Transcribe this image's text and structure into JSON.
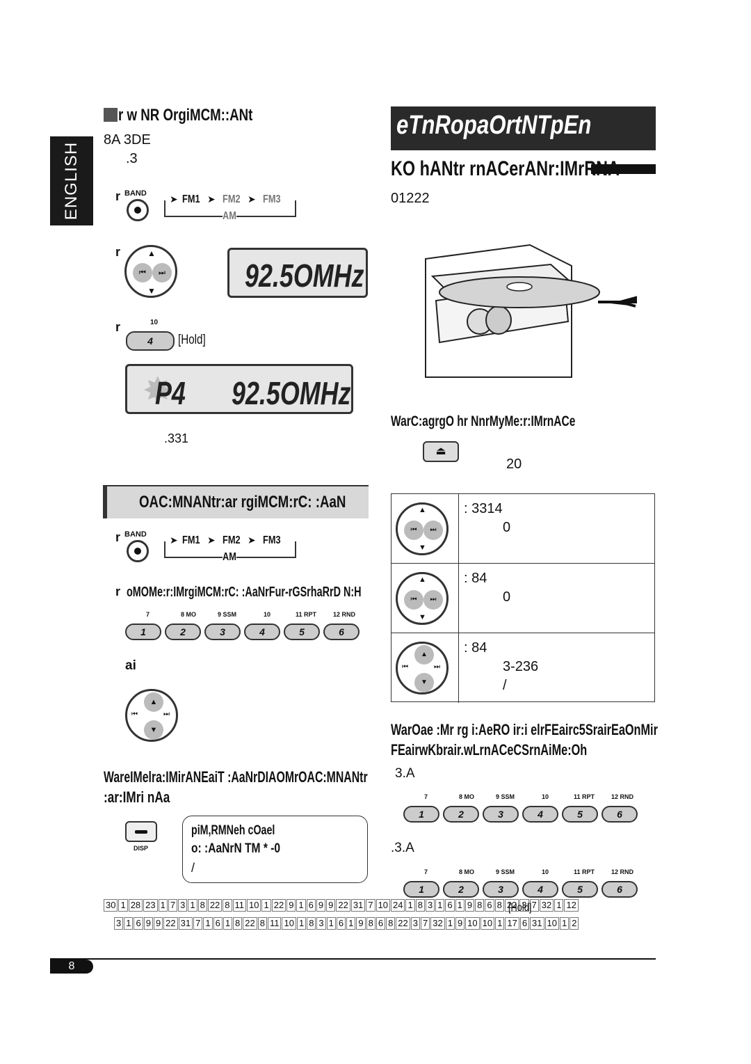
{
  "sidebar": {
    "language_tab": "ENGLISH"
  },
  "left": {
    "heading": "r w NR OrgiMCM::ANt",
    "line1": "8A 3DE",
    "line2": ".3",
    "step1_marker": "r",
    "band_label": "BAND",
    "band_flow": {
      "fm1": "FM1",
      "fm2": "FM2",
      "fm3": "FM3",
      "am": "AM"
    },
    "step2_marker": "r",
    "lcd_freq": "92.5OMHz",
    "step3_marker": "r",
    "preset_top_label": "10",
    "preset_key": "4",
    "hold_label": "[Hold]",
    "lcd_preset": "P4",
    "lcd_freq2": "92.5OMHz",
    "note_value": ".331",
    "section2_title": "OAC:MNANtr:ar rgiMCM:rC: :AaN",
    "band_label2": "BAND",
    "band_flow2": {
      "fm1": "FM1",
      "fm2": "FM2",
      "fm3": "FM3",
      "am": "AM"
    },
    "step2b_marker": "r",
    "step2b_text": "oMOMe:r:IMrgiMCM:rC: :AaNrFur-rGSrhaRrD N:H",
    "preset_row_labels": [
      "7",
      "8 MO",
      "9 SSM",
      "10",
      "11 RPT",
      "12 RND"
    ],
    "preset_row_keys": [
      "1",
      "2",
      "3",
      "4",
      "5",
      "6"
    ],
    "step_ai": "ai",
    "info_heading_line1": "WareIMelra:IMirANEaiT :AaNrDIAOMrOAC:MNANtr",
    "info_heading_line2": ":ar:IMri nAa",
    "disp_label": "DISP",
    "disp_box_line1": "piM,RMNeh    cOael",
    "disp_box_line2": "o: :AaNrN TM *     -0",
    "disp_box_line3": "/"
  },
  "right": {
    "title": "eTnRopaOrtNTpEn",
    "subheading": "KO hANtr rnACerANr:IMrRNA",
    "code": "01222",
    "eject_heading": "WarC:agrgO hr NnrMyMe:r:IMrnACe",
    "eject_value": "20",
    "table": [
      {
        "line1": ":  3314",
        "line2": "0",
        "line3": ""
      },
      {
        "line1": ": 84",
        "line2": "0",
        "line3": ""
      },
      {
        "line1": ": 84",
        "line2": "3-236",
        "line3": "/"
      }
    ],
    "repeat_heading_line1": "WarOae :Mr rg i:AeRO ir:i elrFEairc5SrairEaOnMir",
    "repeat_heading_line2": "FEairwKbrair.wLrnACeCSrnAiMe:Oh",
    "val_a": "3.A",
    "preset_row_labels": [
      "7",
      "8 MO",
      "9 SSM",
      "10",
      "11 RPT",
      "12 RND"
    ],
    "preset_row_keys": [
      "1",
      "2",
      "3",
      "4",
      "5",
      "6"
    ],
    "val_b": ".3.A",
    "preset_row2_labels": [
      "7",
      "8 MO",
      "9 SSM",
      "10",
      "11 RPT",
      "12 RND"
    ],
    "preset_row2_keys": [
      "1",
      "2",
      "3",
      "4",
      "5",
      "6"
    ],
    "hold_label": "[Hold]"
  },
  "grid": {
    "row1": [
      "30",
      "1",
      "28",
      "23",
      "1",
      "7",
      "3",
      "1",
      "8",
      "22",
      "8",
      "11",
      "10",
      "1",
      "22",
      "9",
      "1",
      "6",
      "9",
      "9",
      "22",
      "31",
      "7",
      "10",
      "24",
      "1",
      "8",
      "3",
      "1",
      "6",
      "1",
      "9",
      "8",
      "6",
      "8",
      "22",
      "3",
      "7",
      "32",
      "1",
      "12"
    ],
    "row2": [
      "3",
      "1",
      "6",
      "9",
      "9",
      "22",
      "31",
      "7",
      "1",
      "6",
      "1",
      "8",
      "22",
      "8",
      "11",
      "10",
      "1",
      "8",
      "3",
      "1",
      "6",
      "1",
      "9",
      "8",
      "6",
      "8",
      "22",
      "3",
      "7",
      "32",
      "1",
      "9",
      "10",
      "10",
      "1",
      "17",
      "6",
      "31",
      "10",
      "1",
      "2"
    ]
  },
  "footer": {
    "page_number": "8"
  }
}
